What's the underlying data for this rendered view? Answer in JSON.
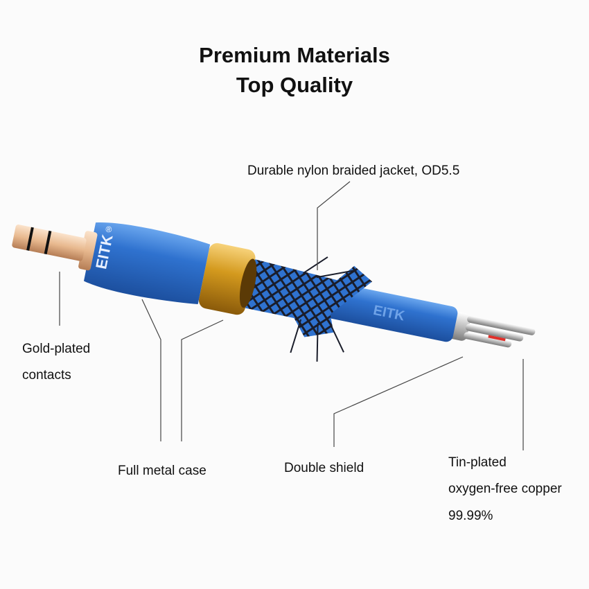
{
  "title": {
    "line1": "Premium Materials",
    "line2": "Top Quality"
  },
  "labels": {
    "jacket": "Durable nylon braided jacket, OD5.5",
    "gold_line1": "Gold-plated",
    "gold_line2": "contacts",
    "case": "Full metal case",
    "shield": "Double shield",
    "copper_line1": "Tin-plated",
    "copper_line2": "oxygen-free copper",
    "copper_line3": "99.99%"
  },
  "logo": {
    "brand": "EITK",
    "mark": "®"
  },
  "colors": {
    "body_blue": "#2f72cf",
    "ring_gold": "#d49a1e",
    "pin_gold": "#e8b98f",
    "braid": "#1a1d2a"
  }
}
